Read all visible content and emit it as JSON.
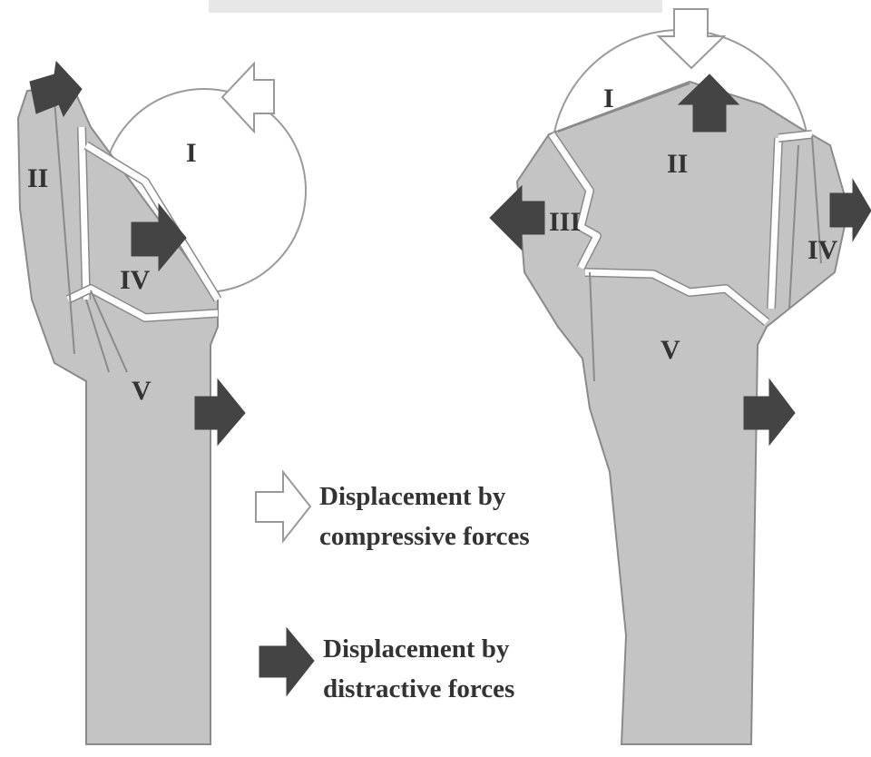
{
  "segments_left": {
    "one": "I",
    "two": "II",
    "four": "IV",
    "five": "V"
  },
  "segments_right": {
    "one": "I",
    "two": "II",
    "three": "III",
    "four": "IV",
    "five": "V"
  },
  "legend": {
    "compressive_line1": "Displacement by",
    "compressive_line2": "compressive forces",
    "distractive_line1": "Displacement by",
    "distractive_line2": "distractive forces"
  },
  "colors": {
    "bone": "#c4c4c4",
    "dark_arrow": "#444444",
    "light_arrow": "#ffffff",
    "outline": "#8a8a8a"
  },
  "icons": {
    "compressive": "hollow-arrow-icon",
    "distractive": "solid-arrow-icon"
  }
}
